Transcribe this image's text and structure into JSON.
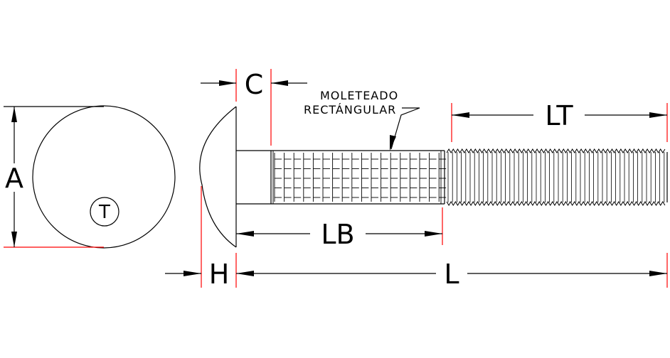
{
  "labels": {
    "A": "A",
    "T": "T",
    "C": "C",
    "knurl_line1": "MOLETEADO",
    "knurl_line2": "RECTÁNGULAR",
    "LT": "LT",
    "LB": "LB",
    "H": "H",
    "L": "L"
  },
  "colors": {
    "outline": "#000000",
    "extension": "#ff0000"
  }
}
